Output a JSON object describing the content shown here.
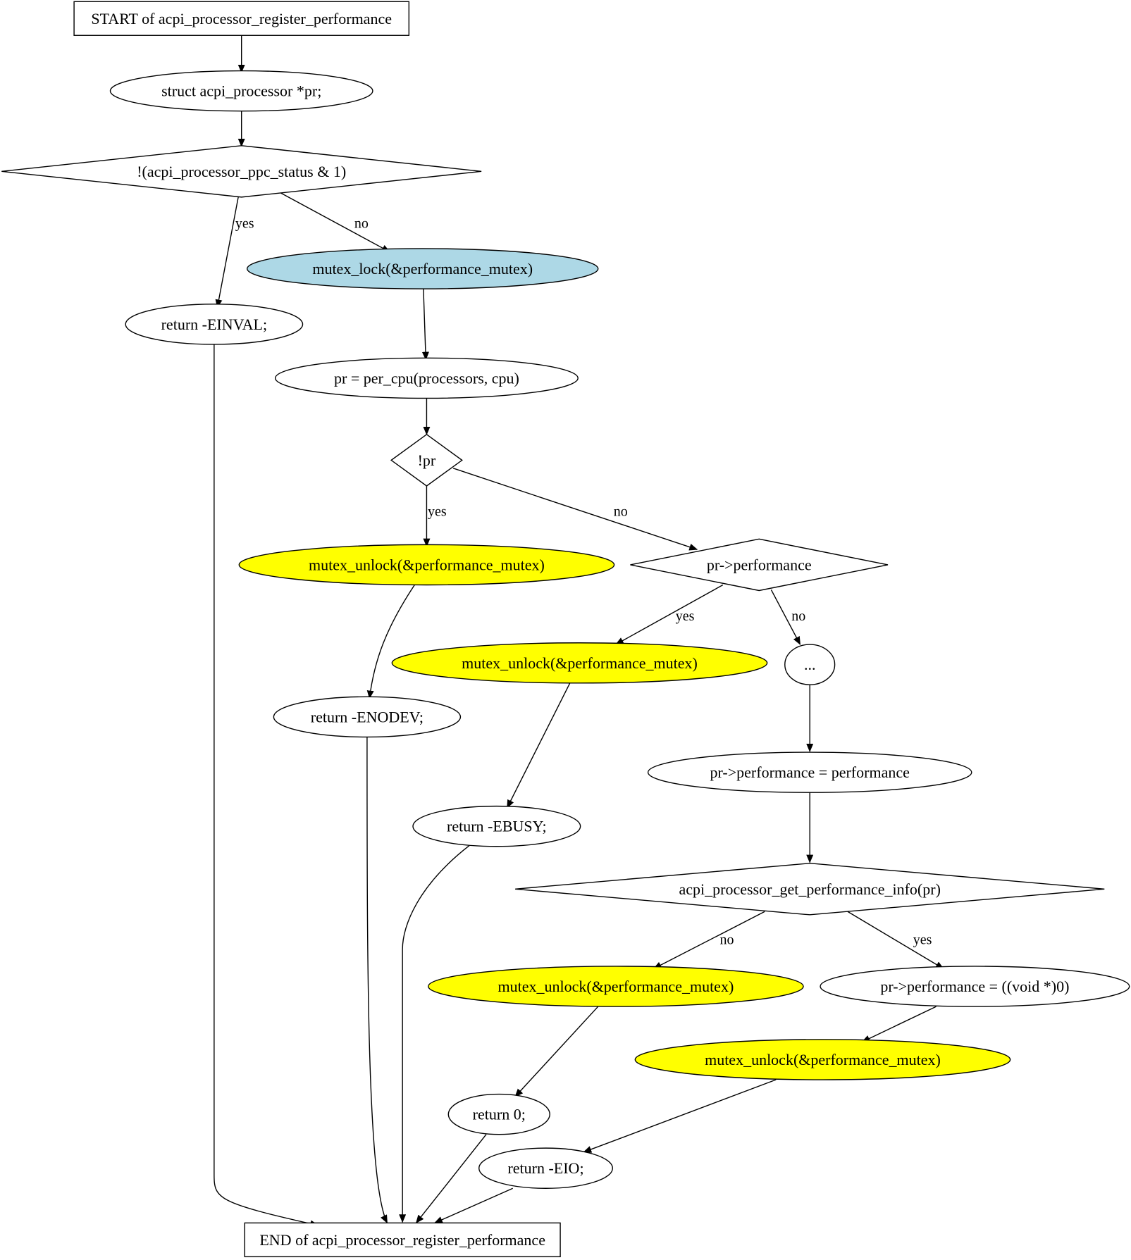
{
  "palette": {
    "highlight_lock": "#add8e6",
    "highlight_unlock": "#ffff00",
    "default_fill": "#ffffff",
    "stroke": "#000000"
  },
  "nodes": {
    "start": {
      "label": "START of acpi_processor_register_performance",
      "shape": "box"
    },
    "decl_pr": {
      "label": "struct acpi_processor *pr;",
      "shape": "ellipse"
    },
    "check_ppc": {
      "label": "!(acpi_processor_ppc_status & 1)",
      "shape": "diamond"
    },
    "lock": {
      "label": "mutex_lock(&performance_mutex)",
      "shape": "ellipse",
      "color": "lightblue"
    },
    "ret_einval": {
      "label": "return -EINVAL;",
      "shape": "ellipse"
    },
    "assign_pr": {
      "label": "pr = per_cpu(processors, cpu)",
      "shape": "ellipse"
    },
    "check_pr": {
      "label": "!pr",
      "shape": "diamond"
    },
    "unlock1": {
      "label": "mutex_unlock(&performance_mutex)",
      "shape": "ellipse",
      "color": "yellow"
    },
    "check_perf": {
      "label": "pr->performance",
      "shape": "diamond"
    },
    "ret_enodev": {
      "label": "return -ENODEV;",
      "shape": "ellipse"
    },
    "unlock2": {
      "label": "mutex_unlock(&performance_mutex)",
      "shape": "ellipse",
      "color": "yellow"
    },
    "ellipsis": {
      "label": "...",
      "shape": "ellipse"
    },
    "ret_ebusy": {
      "label": "return -EBUSY;",
      "shape": "ellipse"
    },
    "assign_perf": {
      "label": "pr->performance = performance",
      "shape": "ellipse"
    },
    "check_info": {
      "label": "acpi_processor_get_performance_info(pr)",
      "shape": "diamond"
    },
    "unlock3": {
      "label": "mutex_unlock(&performance_mutex)",
      "shape": "ellipse",
      "color": "yellow"
    },
    "reset_perf": {
      "label": "pr->performance = ((void *)0)",
      "shape": "ellipse"
    },
    "unlock4": {
      "label": "mutex_unlock(&performance_mutex)",
      "shape": "ellipse",
      "color": "yellow"
    },
    "ret_zero": {
      "label": "return 0;",
      "shape": "ellipse"
    },
    "ret_eio": {
      "label": "return -EIO;",
      "shape": "ellipse"
    },
    "end": {
      "label": "END of acpi_processor_register_performance",
      "shape": "box"
    }
  },
  "edges": [
    {
      "from": "start",
      "to": "decl_pr",
      "label": ""
    },
    {
      "from": "decl_pr",
      "to": "check_ppc",
      "label": ""
    },
    {
      "from": "check_ppc",
      "to": "ret_einval",
      "label": "yes"
    },
    {
      "from": "check_ppc",
      "to": "lock",
      "label": "no"
    },
    {
      "from": "lock",
      "to": "assign_pr",
      "label": ""
    },
    {
      "from": "assign_pr",
      "to": "check_pr",
      "label": ""
    },
    {
      "from": "check_pr",
      "to": "unlock1",
      "label": "yes"
    },
    {
      "from": "check_pr",
      "to": "check_perf",
      "label": "no"
    },
    {
      "from": "unlock1",
      "to": "ret_enodev",
      "label": ""
    },
    {
      "from": "check_perf",
      "to": "unlock2",
      "label": "yes"
    },
    {
      "from": "check_perf",
      "to": "ellipsis",
      "label": "no"
    },
    {
      "from": "unlock2",
      "to": "ret_ebusy",
      "label": ""
    },
    {
      "from": "ellipsis",
      "to": "assign_perf",
      "label": ""
    },
    {
      "from": "assign_perf",
      "to": "check_info",
      "label": ""
    },
    {
      "from": "check_info",
      "to": "unlock3",
      "label": "no"
    },
    {
      "from": "check_info",
      "to": "reset_perf",
      "label": "yes"
    },
    {
      "from": "unlock3",
      "to": "ret_zero",
      "label": ""
    },
    {
      "from": "reset_perf",
      "to": "unlock4",
      "label": ""
    },
    {
      "from": "unlock4",
      "to": "ret_eio",
      "label": ""
    },
    {
      "from": "ret_einval",
      "to": "end",
      "label": ""
    },
    {
      "from": "ret_enodev",
      "to": "end",
      "label": ""
    },
    {
      "from": "ret_ebusy",
      "to": "end",
      "label": ""
    },
    {
      "from": "ret_zero",
      "to": "end",
      "label": ""
    },
    {
      "from": "ret_eio",
      "to": "end",
      "label": ""
    }
  ]
}
